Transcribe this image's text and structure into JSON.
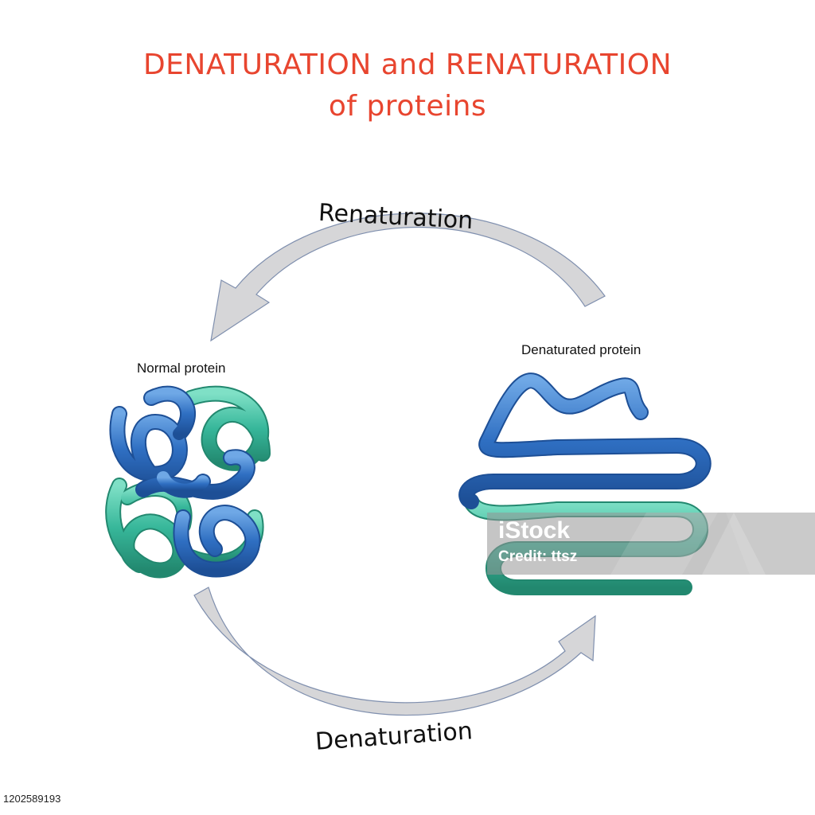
{
  "title": {
    "line1": "DENATURATION and RENATURATION",
    "line2": "of proteins",
    "color": "#e8452f"
  },
  "labels": {
    "normal_protein": "Normal protein",
    "denaturated_protein": "Denaturated protein",
    "renaturation": "Renaturation",
    "denaturation": "Denaturation"
  },
  "colors": {
    "blue_strand": "#2f6fc2",
    "teal_strand": "#37b79a",
    "arrow_fill": "#d6d6d8",
    "arrow_stroke": "#7f8fae"
  },
  "watermark": {
    "logo": "iStock",
    "credit": "Credit: ttsz"
  },
  "stock_id": "1202589193"
}
